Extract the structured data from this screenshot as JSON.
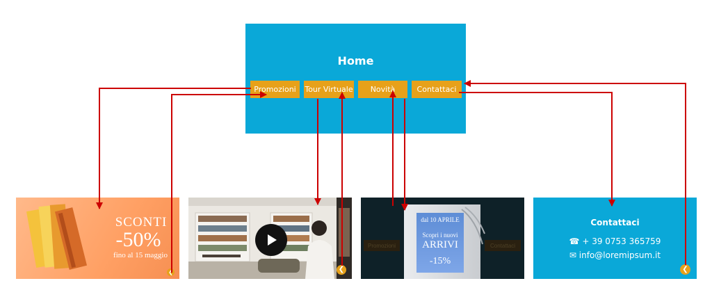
{
  "home": {
    "title": "Home",
    "nav": [
      "Promozioni",
      "Tour Virtuale",
      "Novità",
      "Contattaci"
    ]
  },
  "promo": {
    "headline": "SCONTI",
    "discount": "-50%",
    "note": "fino al 15 maggio"
  },
  "novita": {
    "date": "dal 10 APRILE",
    "line1": "Scopri i nuovi",
    "headline": "ARRIVI",
    "discount": "-15%",
    "left_button": "Promozioni",
    "right_button": "Contattaci"
  },
  "contact": {
    "title": "Contattaci",
    "phone": "+ 39 0753 365759",
    "email": "info@loremipsum.it"
  },
  "colors": {
    "home_bg": "#0aa8d8",
    "button": "#e7a11a",
    "arrow": "#cc0000"
  },
  "icons": [
    "back-arrow-icon",
    "play-icon",
    "phone-icon",
    "envelope-icon"
  ]
}
